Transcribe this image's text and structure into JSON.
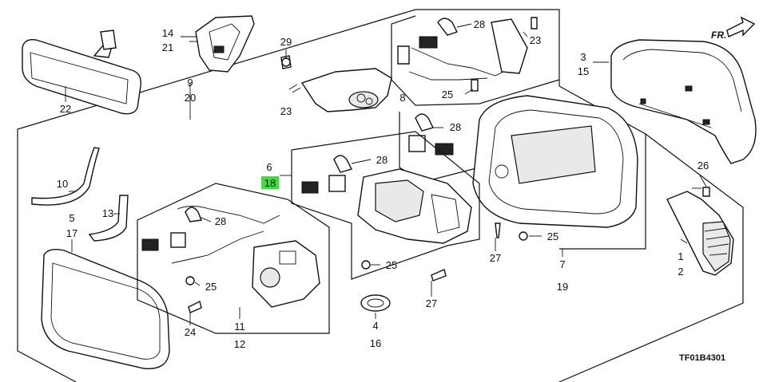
{
  "diagram": {
    "code": "TF01B4301",
    "direction_mark": "FR.",
    "labels": {
      "p22": "22",
      "p14": "14",
      "p21": "21",
      "p29": "29",
      "p9": "9",
      "p20": "20",
      "p23a": "23",
      "p28a": "28",
      "p23b": "23",
      "p8": "8",
      "p25a": "25",
      "p3": "3",
      "p15": "15",
      "p28b": "28",
      "p6": "6",
      "p18": "18",
      "p28c": "28",
      "p26": "26",
      "p10": "10",
      "p13": "13",
      "p5": "5",
      "p17": "17",
      "p28d": "28",
      "p25b": "25",
      "p25c": "25",
      "p25d": "25",
      "p1": "1",
      "p2": "2",
      "p27a": "27",
      "p27b": "27",
      "p7": "7",
      "p19": "19",
      "p24": "24",
      "p11": "11",
      "p12": "12",
      "p4": "4",
      "p16": "16"
    }
  }
}
